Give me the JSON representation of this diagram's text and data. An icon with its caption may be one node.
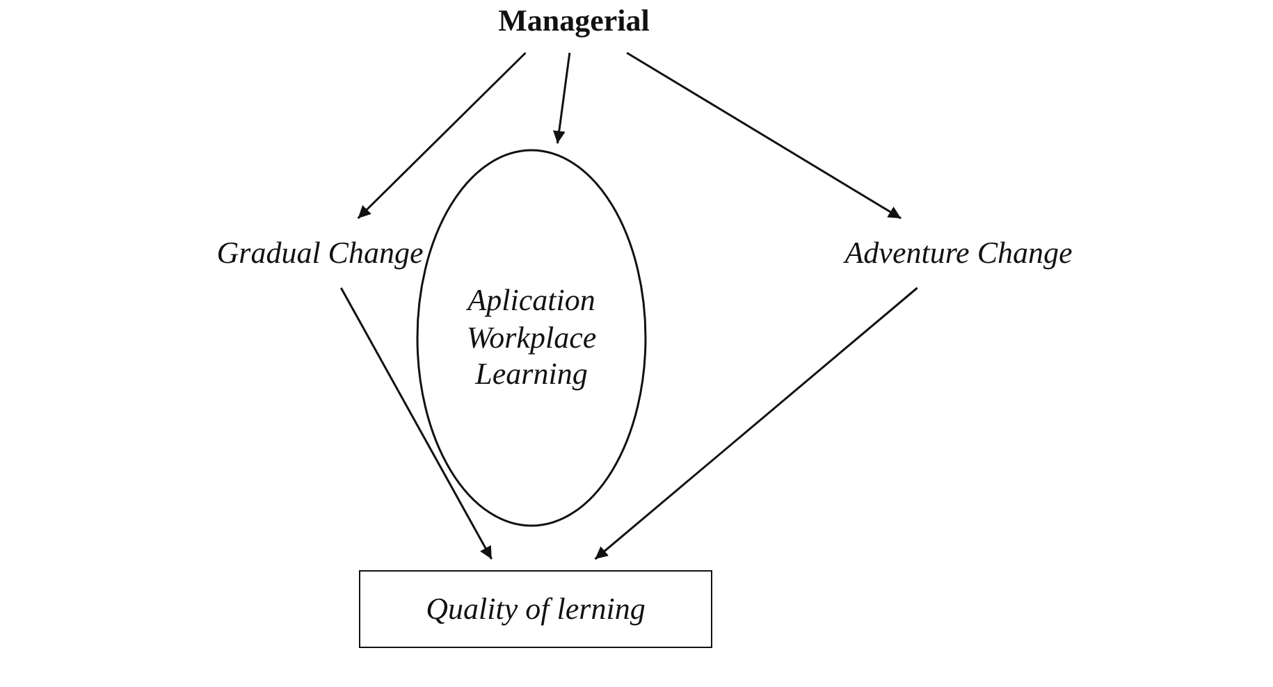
{
  "diagram": {
    "nodes": [
      {
        "text": [
          "Managerial"
        ]
      },
      {
        "text": [
          "Gradual Change"
        ]
      },
      {
        "text": [
          "Aplication Workplace Learning"
        ]
      },
      {
        "text": [
          "Adventure Change"
        ]
      },
      {
        "text": [
          "Quality of lerning"
        ]
      }
    ],
    "edges": [
      {
        "from": 0,
        "to": 1,
        "arrow": "to"
      },
      {
        "from": 0,
        "to": 2,
        "arrow": "to"
      },
      {
        "from": 0,
        "to": 3,
        "arrow": "to"
      },
      {
        "from": 1,
        "to": 4,
        "arrow": "to"
      },
      {
        "from": 3,
        "to": 4,
        "arrow": "to"
      }
    ]
  }
}
